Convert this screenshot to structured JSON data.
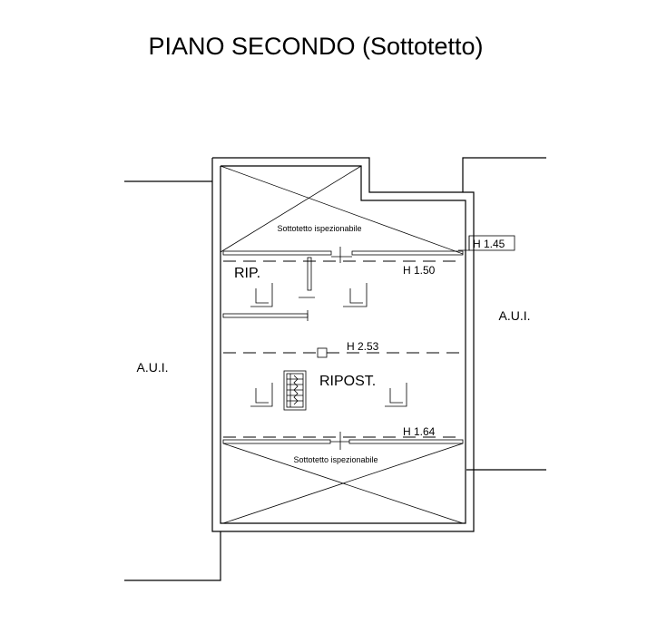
{
  "title": "PIANO SECONDO (Sottotetto)",
  "labels": {
    "aui_left": "A.U.I.",
    "aui_right": "A.U.I.",
    "room_rip": "RIP.",
    "room_ripost": "RIPOST.",
    "attic_top": "Sottotetto ispezionabile",
    "attic_bottom": "Sottotetto ispezionabile",
    "h_145": "H 1.45",
    "h_150": "H 1.50",
    "h_253": "H 2.53",
    "h_164": "H 1.64"
  }
}
